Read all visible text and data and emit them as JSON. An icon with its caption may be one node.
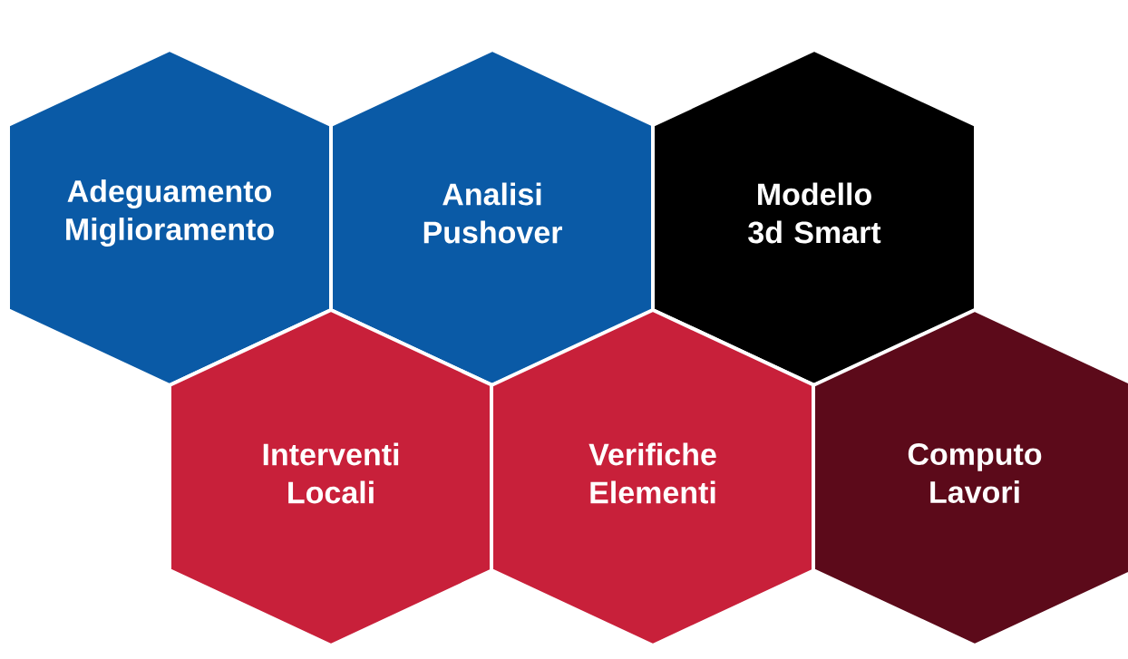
{
  "diagram": {
    "nodes": [
      {
        "text": [
          "Adeguamento Miglioramento"
        ]
      },
      {
        "text": [
          "Analisi Pushover"
        ]
      },
      {
        "text": [
          "Modello 3d Smart"
        ]
      },
      {
        "text": [
          "Interventi Locali"
        ]
      },
      {
        "text": [
          "Verifiche Elementi"
        ]
      },
      {
        "text": [
          "Computo Lavori"
        ]
      }
    ]
  }
}
